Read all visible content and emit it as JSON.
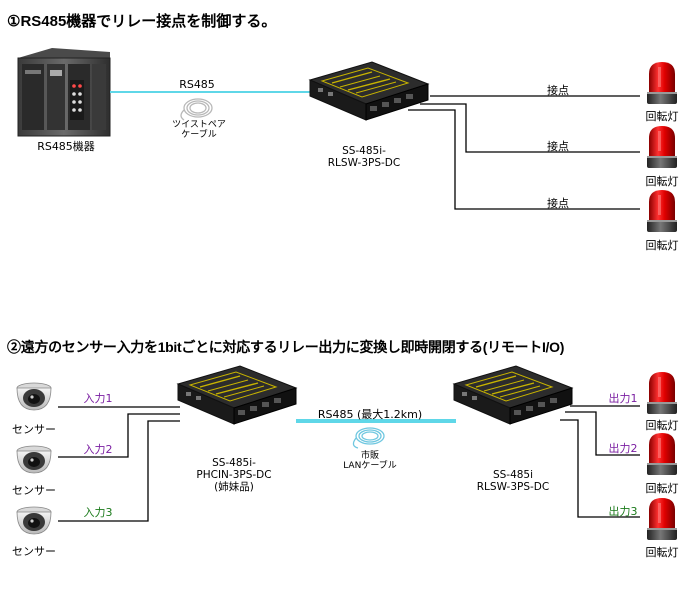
{
  "section1": {
    "title": "①RS485機器でリレー接点を制御する。",
    "source_label": "RS485機器",
    "link_label": "RS485",
    "cable_label": "ツイストペア\nケーブル",
    "device_label": "SS-485i-\nRLSW-3PS-DC",
    "contact_labels": [
      "接点",
      "接点",
      "接点"
    ],
    "lamp_labels": [
      "回転灯",
      "回転灯",
      "回転灯"
    ]
  },
  "section2": {
    "title": "②遠方のセンサー入力を1bitごとに対応するリレー出力に変換し即時開閉する(リモートI/O)",
    "sensor_labels": [
      "センサー",
      "センサー",
      "センサー"
    ],
    "input_labels": [
      "入力1",
      "入力2",
      "入力3"
    ],
    "device_left_label": "SS-485i-\nPHCIN-3PS-DC\n(姉妹品)",
    "link_label": "RS485 (最大1.2km)",
    "cable_label": "市販\nLANケーブル",
    "device_right_label": "SS-485i\nRLSW-3PS-DC",
    "output_labels": [
      "出力1",
      "出力2",
      "出力3"
    ],
    "lamp_labels": [
      "回転灯",
      "回転灯",
      "回転灯"
    ]
  },
  "colors": {
    "rs485_line": "#5fd7e8",
    "input_text": "#7b1fa2",
    "input3_text": "#1b7a1b",
    "lamp_red": "#d81b1b",
    "device_dark": "#1e1e1e",
    "device_accent": "#c8b400"
  }
}
